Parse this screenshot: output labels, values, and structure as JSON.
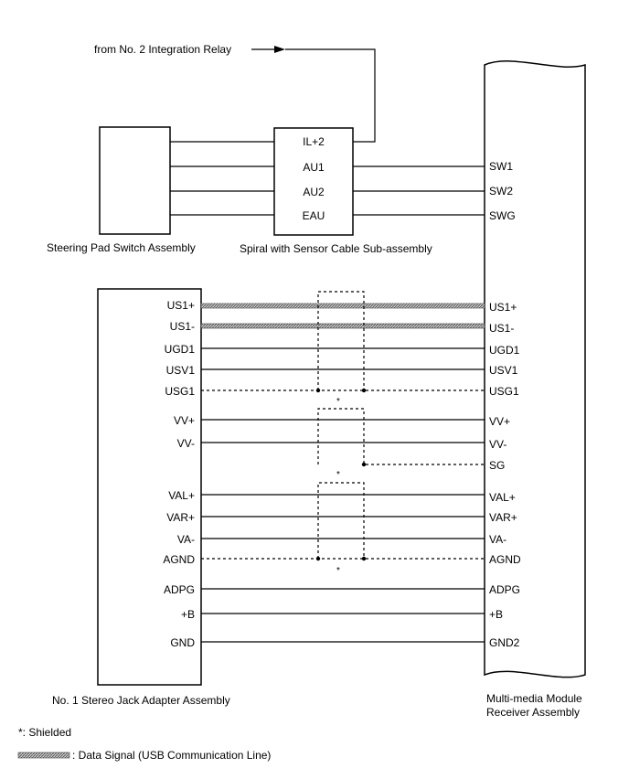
{
  "relay_note": "from No. 2 Integration Relay",
  "components": {
    "steering_pad": "Steering Pad Switch Assembly",
    "spiral": "Spiral with Sensor Cable Sub-assembly",
    "stereo_jack": "No. 1 Stereo Jack Adapter Assembly",
    "multimedia": [
      "Multi-media Module",
      "Receiver Assembly"
    ]
  },
  "spiral_pins": [
    "IL+2",
    "AU1",
    "AU2",
    "EAU"
  ],
  "upper_receiver_pins": [
    "SW1",
    "SW2",
    "SWG"
  ],
  "jack_pins": [
    "US1+",
    "US1-",
    "UGD1",
    "USV1",
    "USG1",
    "VV+",
    "VV-",
    "VAL+",
    "VAR+",
    "VA-",
    "AGND",
    "ADPG",
    "+B",
    "GND"
  ],
  "lower_receiver_pins": [
    "US1+",
    "US1-",
    "UGD1",
    "USV1",
    "USG1",
    "VV+",
    "VV-",
    "SG",
    "VAL+",
    "VAR+",
    "VA-",
    "AGND",
    "ADPG",
    "+B",
    "GND2"
  ],
  "shield_marks": [
    "*",
    "*",
    "*"
  ],
  "legend": {
    "shielded": "*: Shielded",
    "data_signal": ": Data Signal (USB Communication Line)"
  },
  "colors": {
    "line": "#000000",
    "hatch_dark": "#555555",
    "hatch_light": "#cccccc"
  }
}
